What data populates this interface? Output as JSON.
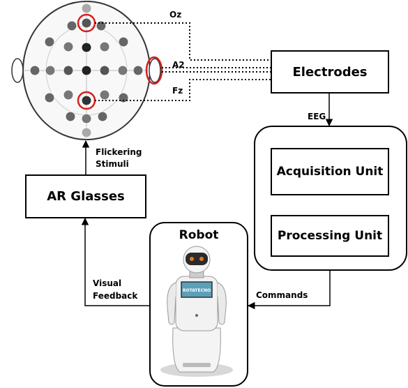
{
  "electrode_map": {
    "oz_label": "Oz",
    "a2_label": "A2",
    "fz_label": "Fz"
  },
  "electrodes_box": "Electrodes",
  "eeg_label": "EEG",
  "acquisition_box": "Acquisition Unit",
  "processing_box": "Processing Unit",
  "ar_glasses_box": "AR Glasses",
  "flickering_label": [
    "Flickering",
    "Stimuli"
  ],
  "robot": {
    "title": "Robot",
    "screen_text": "ROTATECNO"
  },
  "visual_feedback_label": [
    "Visual",
    "Feedback"
  ],
  "commands_label": "Commands",
  "colors": {
    "highlight": "#d42020",
    "electrode_dark": "#222222",
    "electrode_mid": "#8a8a8a",
    "line": "#000000"
  }
}
